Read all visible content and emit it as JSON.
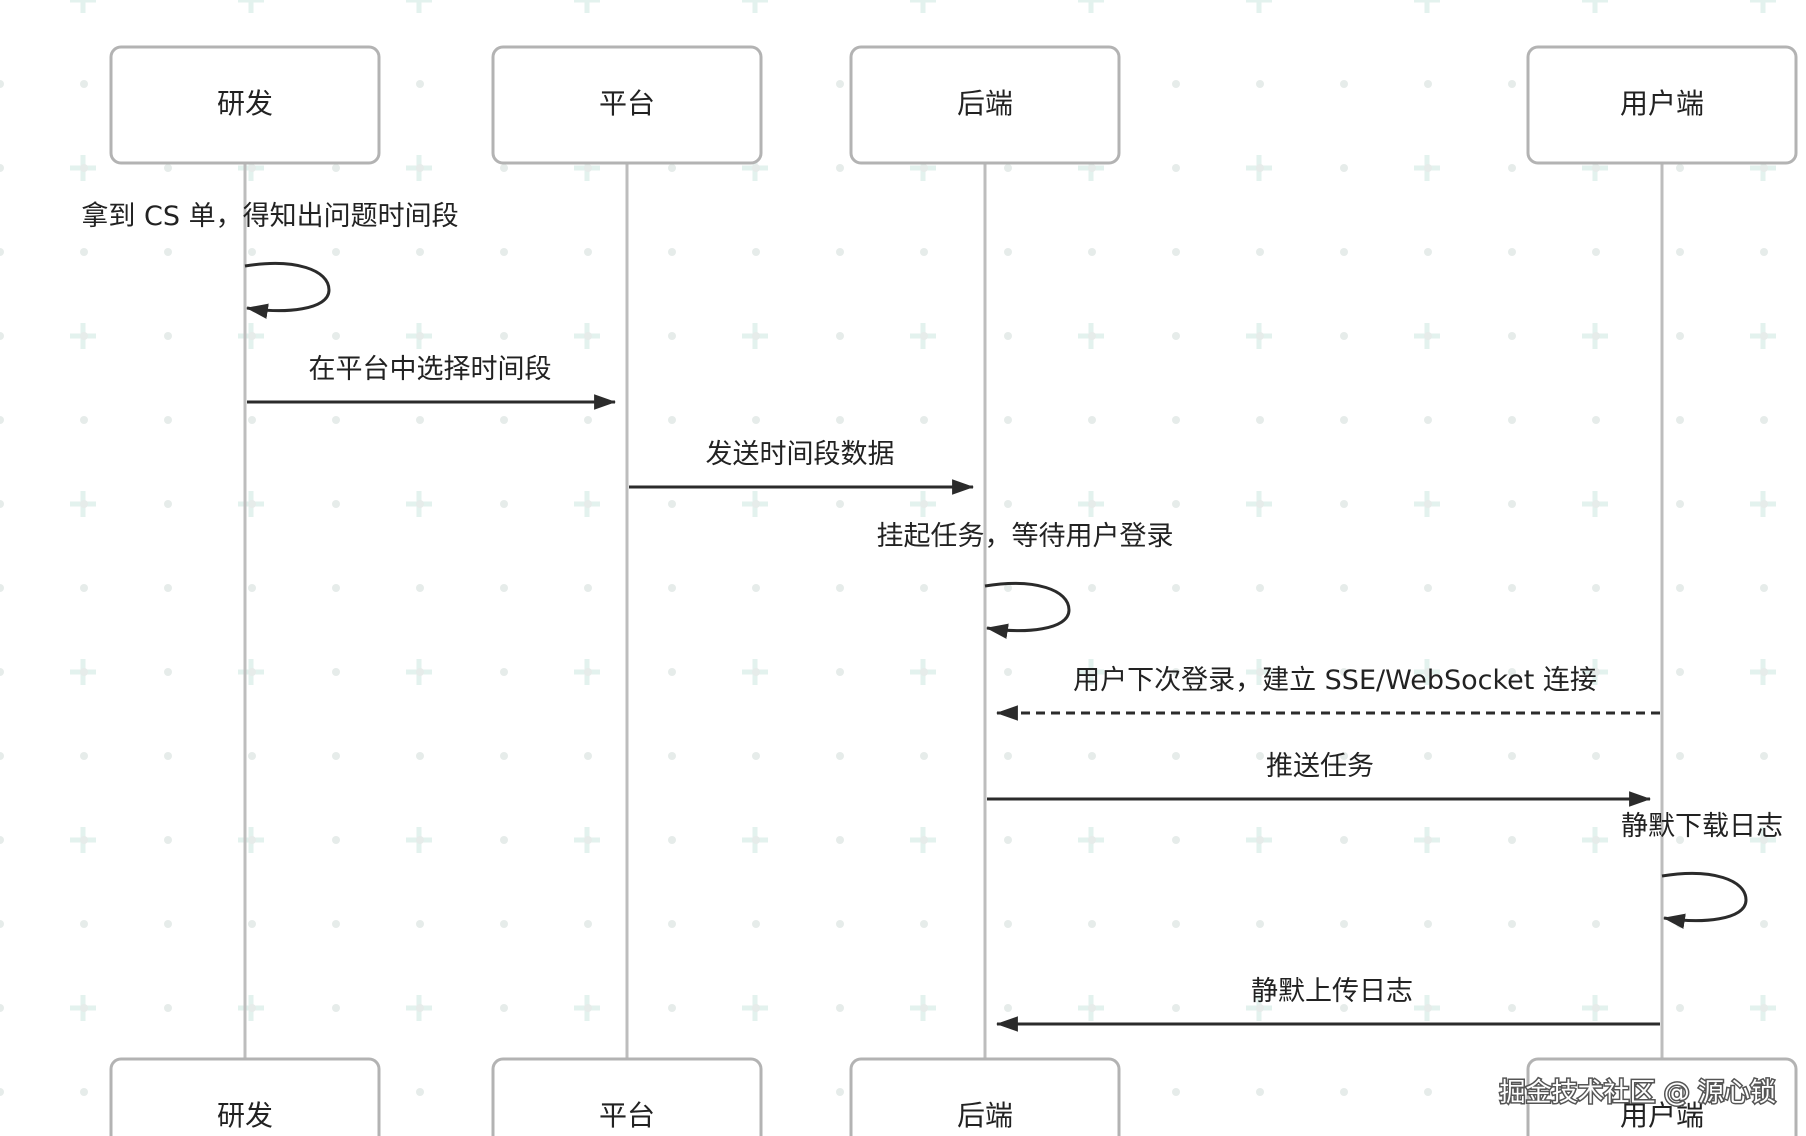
{
  "participants": [
    {
      "id": "dev",
      "label": "研发"
    },
    {
      "id": "platform",
      "label": "平台"
    },
    {
      "id": "backend",
      "label": "后端"
    },
    {
      "id": "client",
      "label": "用户端"
    }
  ],
  "messages": [
    {
      "from": "dev",
      "to": "dev",
      "label": "拿到 CS 单，得知出问题时间段",
      "style": "solid"
    },
    {
      "from": "dev",
      "to": "platform",
      "label": "在平台中选择时间段",
      "style": "solid"
    },
    {
      "from": "platform",
      "to": "backend",
      "label": "发送时间段数据",
      "style": "solid"
    },
    {
      "from": "backend",
      "to": "backend",
      "label": "挂起任务，等待用户登录",
      "style": "solid"
    },
    {
      "from": "client",
      "to": "backend",
      "label": "用户下次登录，建立 SSE/WebSocket 连接",
      "style": "dashed"
    },
    {
      "from": "backend",
      "to": "client",
      "label": "推送任务",
      "style": "solid"
    },
    {
      "from": "client",
      "to": "client",
      "label": "静默下载日志",
      "style": "solid"
    },
    {
      "from": "client",
      "to": "backend",
      "label": "静默上传日志",
      "style": "solid"
    }
  ],
  "watermark": "掘金技术社区 @ 源心锁",
  "colors": {
    "background_cross": "#e3f2ee",
    "background_dot": "#e6ecea",
    "line": "#2b2b2b",
    "lifeline": "#bdbdbd",
    "box_border": "#b3b3b3"
  }
}
